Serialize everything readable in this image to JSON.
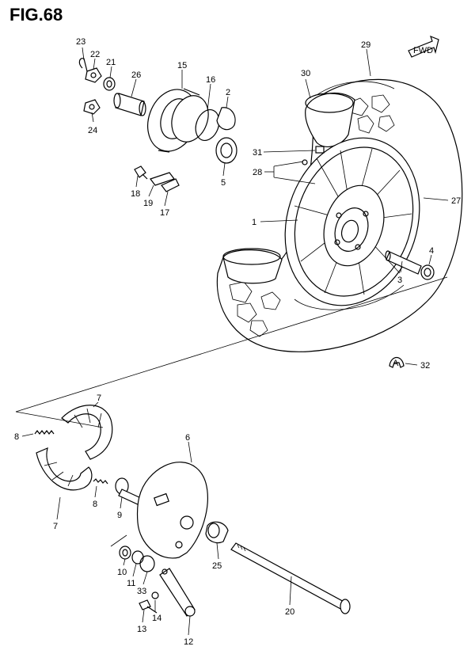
{
  "figure": {
    "title": "FIG.68"
  },
  "direction_badge": "FWD",
  "symbol_glyph": "A",
  "callouts": {
    "c1": "1",
    "c2": "2",
    "c3": "3",
    "c4": "4",
    "c5": "5",
    "c6": "6",
    "c7a": "7",
    "c7b": "7",
    "c8a": "8",
    "c8b": "8",
    "c9": "9",
    "c10": "10",
    "c11": "11",
    "c12": "12",
    "c13": "13",
    "c14": "14",
    "c15": "15",
    "c16": "16",
    "c17": "17",
    "c18": "18",
    "c19": "19",
    "c20": "20",
    "c21": "21",
    "c22": "22",
    "c23": "23",
    "c24": "24",
    "c25": "25",
    "c26": "26",
    "c27": "27",
    "c28": "28",
    "c29": "29",
    "c30": "30",
    "c31": "31",
    "c32": "32",
    "c33": "33"
  }
}
